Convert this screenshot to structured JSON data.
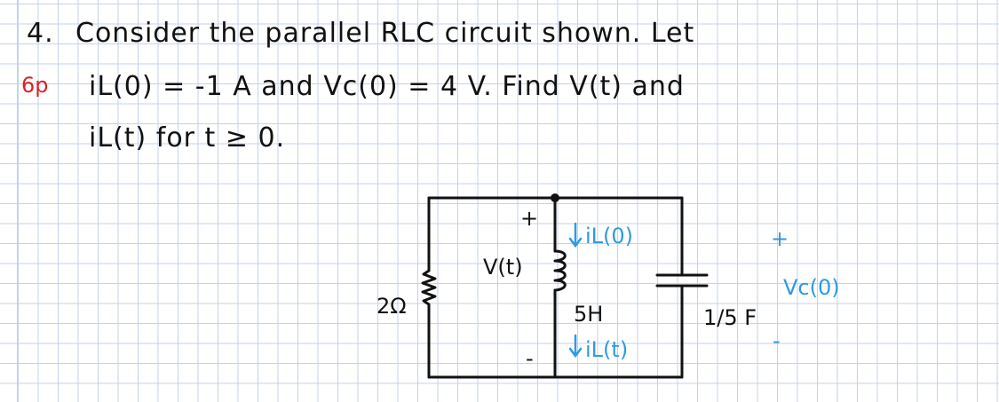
{
  "problem": {
    "number": "4.",
    "lines": [
      "Consider the parallel RLC circuit shown. Let",
      "iL(0) = -1 A and Vc(0) = 4 V. Find V(t) and",
      "iL(t) for t ≥ 0."
    ],
    "points": "6p"
  },
  "circuit": {
    "resistor_label": "2Ω",
    "inductor_label": "5H",
    "capacitor_label": "1/5 F",
    "voltage_label": "V(t)",
    "voltage_plus": "+",
    "voltage_minus": "-",
    "il0_label": "iL(0)",
    "ilt_label": "iL(t)",
    "vc0_label": "Vc(0)",
    "vc0_plus": "+",
    "vc0_minus": "-"
  },
  "colors": {
    "ink": "#111111",
    "blue_ink": "#2f9ae0",
    "red_ink": "#d8232a",
    "grid": "#c4d3ea"
  }
}
